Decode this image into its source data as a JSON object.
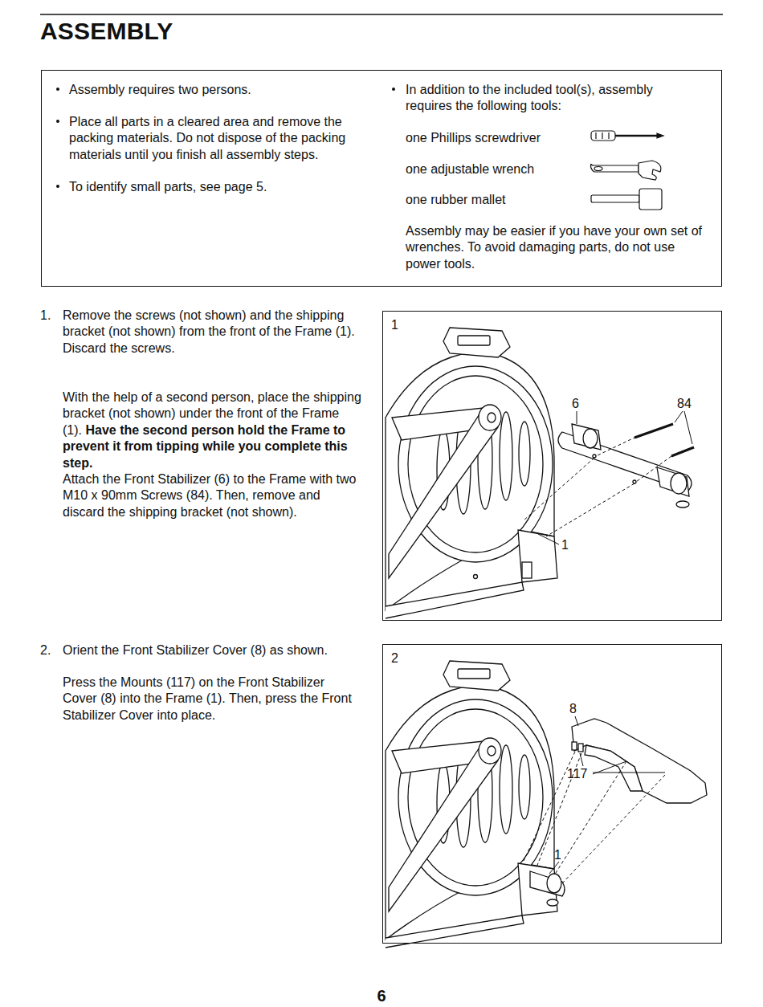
{
  "diagram": {
    "title": "ASSEMBLY",
    "nodes": [
      {
        "text": [
          "Assembly requires two persons.",
          "Place all parts in a cleared area and remove the packing materials. Do not dispose of the packing materials until you finish all assembly steps.",
          "To identify small parts, see page 5.",
          "In addition to the included tool(s), assembly requires the following tools:",
          "one Phillips screwdriver",
          "one adjustable wrench",
          "one rubber mallet",
          "Assembly may be easier if you have your own set of wrenches. To avoid damaging parts, do not use power tools."
        ]
      },
      {
        "text": [
          "1"
        ]
      },
      {
        "text": [
          "2"
        ]
      }
    ],
    "labels": [
      "1.",
      "Remove the screws (not shown) and the shipping bracket (not shown) from the front of the Frame (1). Discard the screws.",
      "With the help of a second person, place the shipping bracket (not shown) under the front of the Frame (1).",
      "Have the second person hold the Frame to prevent it from tipping while you complete this step.",
      "Attach the Front Stabilizer (6) to the Frame with two M10 x 90mm Screws (84). Then, remove and discard the shipping bracket (not shown).",
      "2.",
      "Orient the Front Stabilizer Cover (8) as shown.",
      "Press the Mounts (117) on the Front Stabilizer Cover (8) into the Frame (1). Then, press the Front Stabilizer Cover into place.",
      "6",
      "84",
      "1",
      "8",
      "117",
      "1",
      "6"
    ]
  }
}
